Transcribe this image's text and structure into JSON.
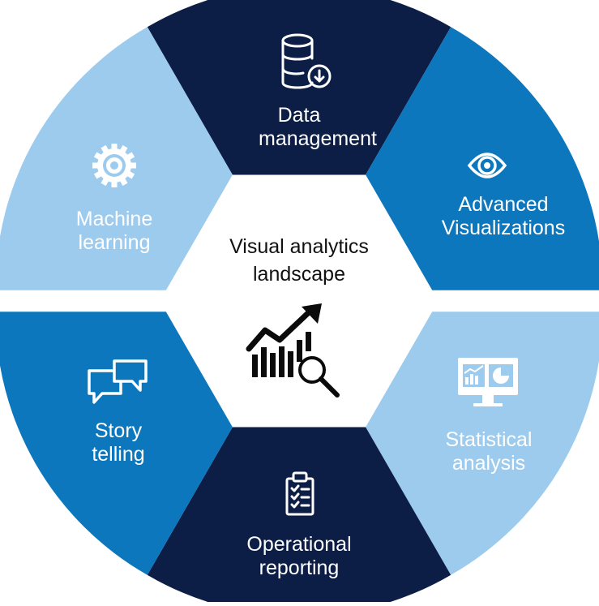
{
  "center": {
    "title_line1": "Visual analytics",
    "title_line2": "landscape",
    "icon": "analytics-chart-magnifier-icon"
  },
  "colors": {
    "navy": "#0c1e45",
    "blue": "#0d77bd",
    "light_blue": "#9ccbee",
    "white": "#ffffff",
    "dark_text": "#111111"
  },
  "segments": [
    {
      "key": "data-management",
      "line1": "Data",
      "line2": "management",
      "icon": "database-download-icon",
      "fill": "navy"
    },
    {
      "key": "advanced-visualizations",
      "line1": "Advanced",
      "line2": "Visualizations",
      "icon": "eye-icon",
      "fill": "blue"
    },
    {
      "key": "statistical-analysis",
      "line1": "Statistical",
      "line2": "analysis",
      "icon": "monitor-charts-icon",
      "fill": "light_blue"
    },
    {
      "key": "operational-reporting",
      "line1": "Operational",
      "line2": "reporting",
      "icon": "clipboard-checklist-icon",
      "fill": "navy"
    },
    {
      "key": "story-telling",
      "line1": "Story",
      "line2": "telling",
      "icon": "chat-bubbles-icon",
      "fill": "blue"
    },
    {
      "key": "machine-learning",
      "line1": "Machine",
      "line2": "learning",
      "icon": "gear-icon",
      "fill": "light_blue"
    }
  ]
}
